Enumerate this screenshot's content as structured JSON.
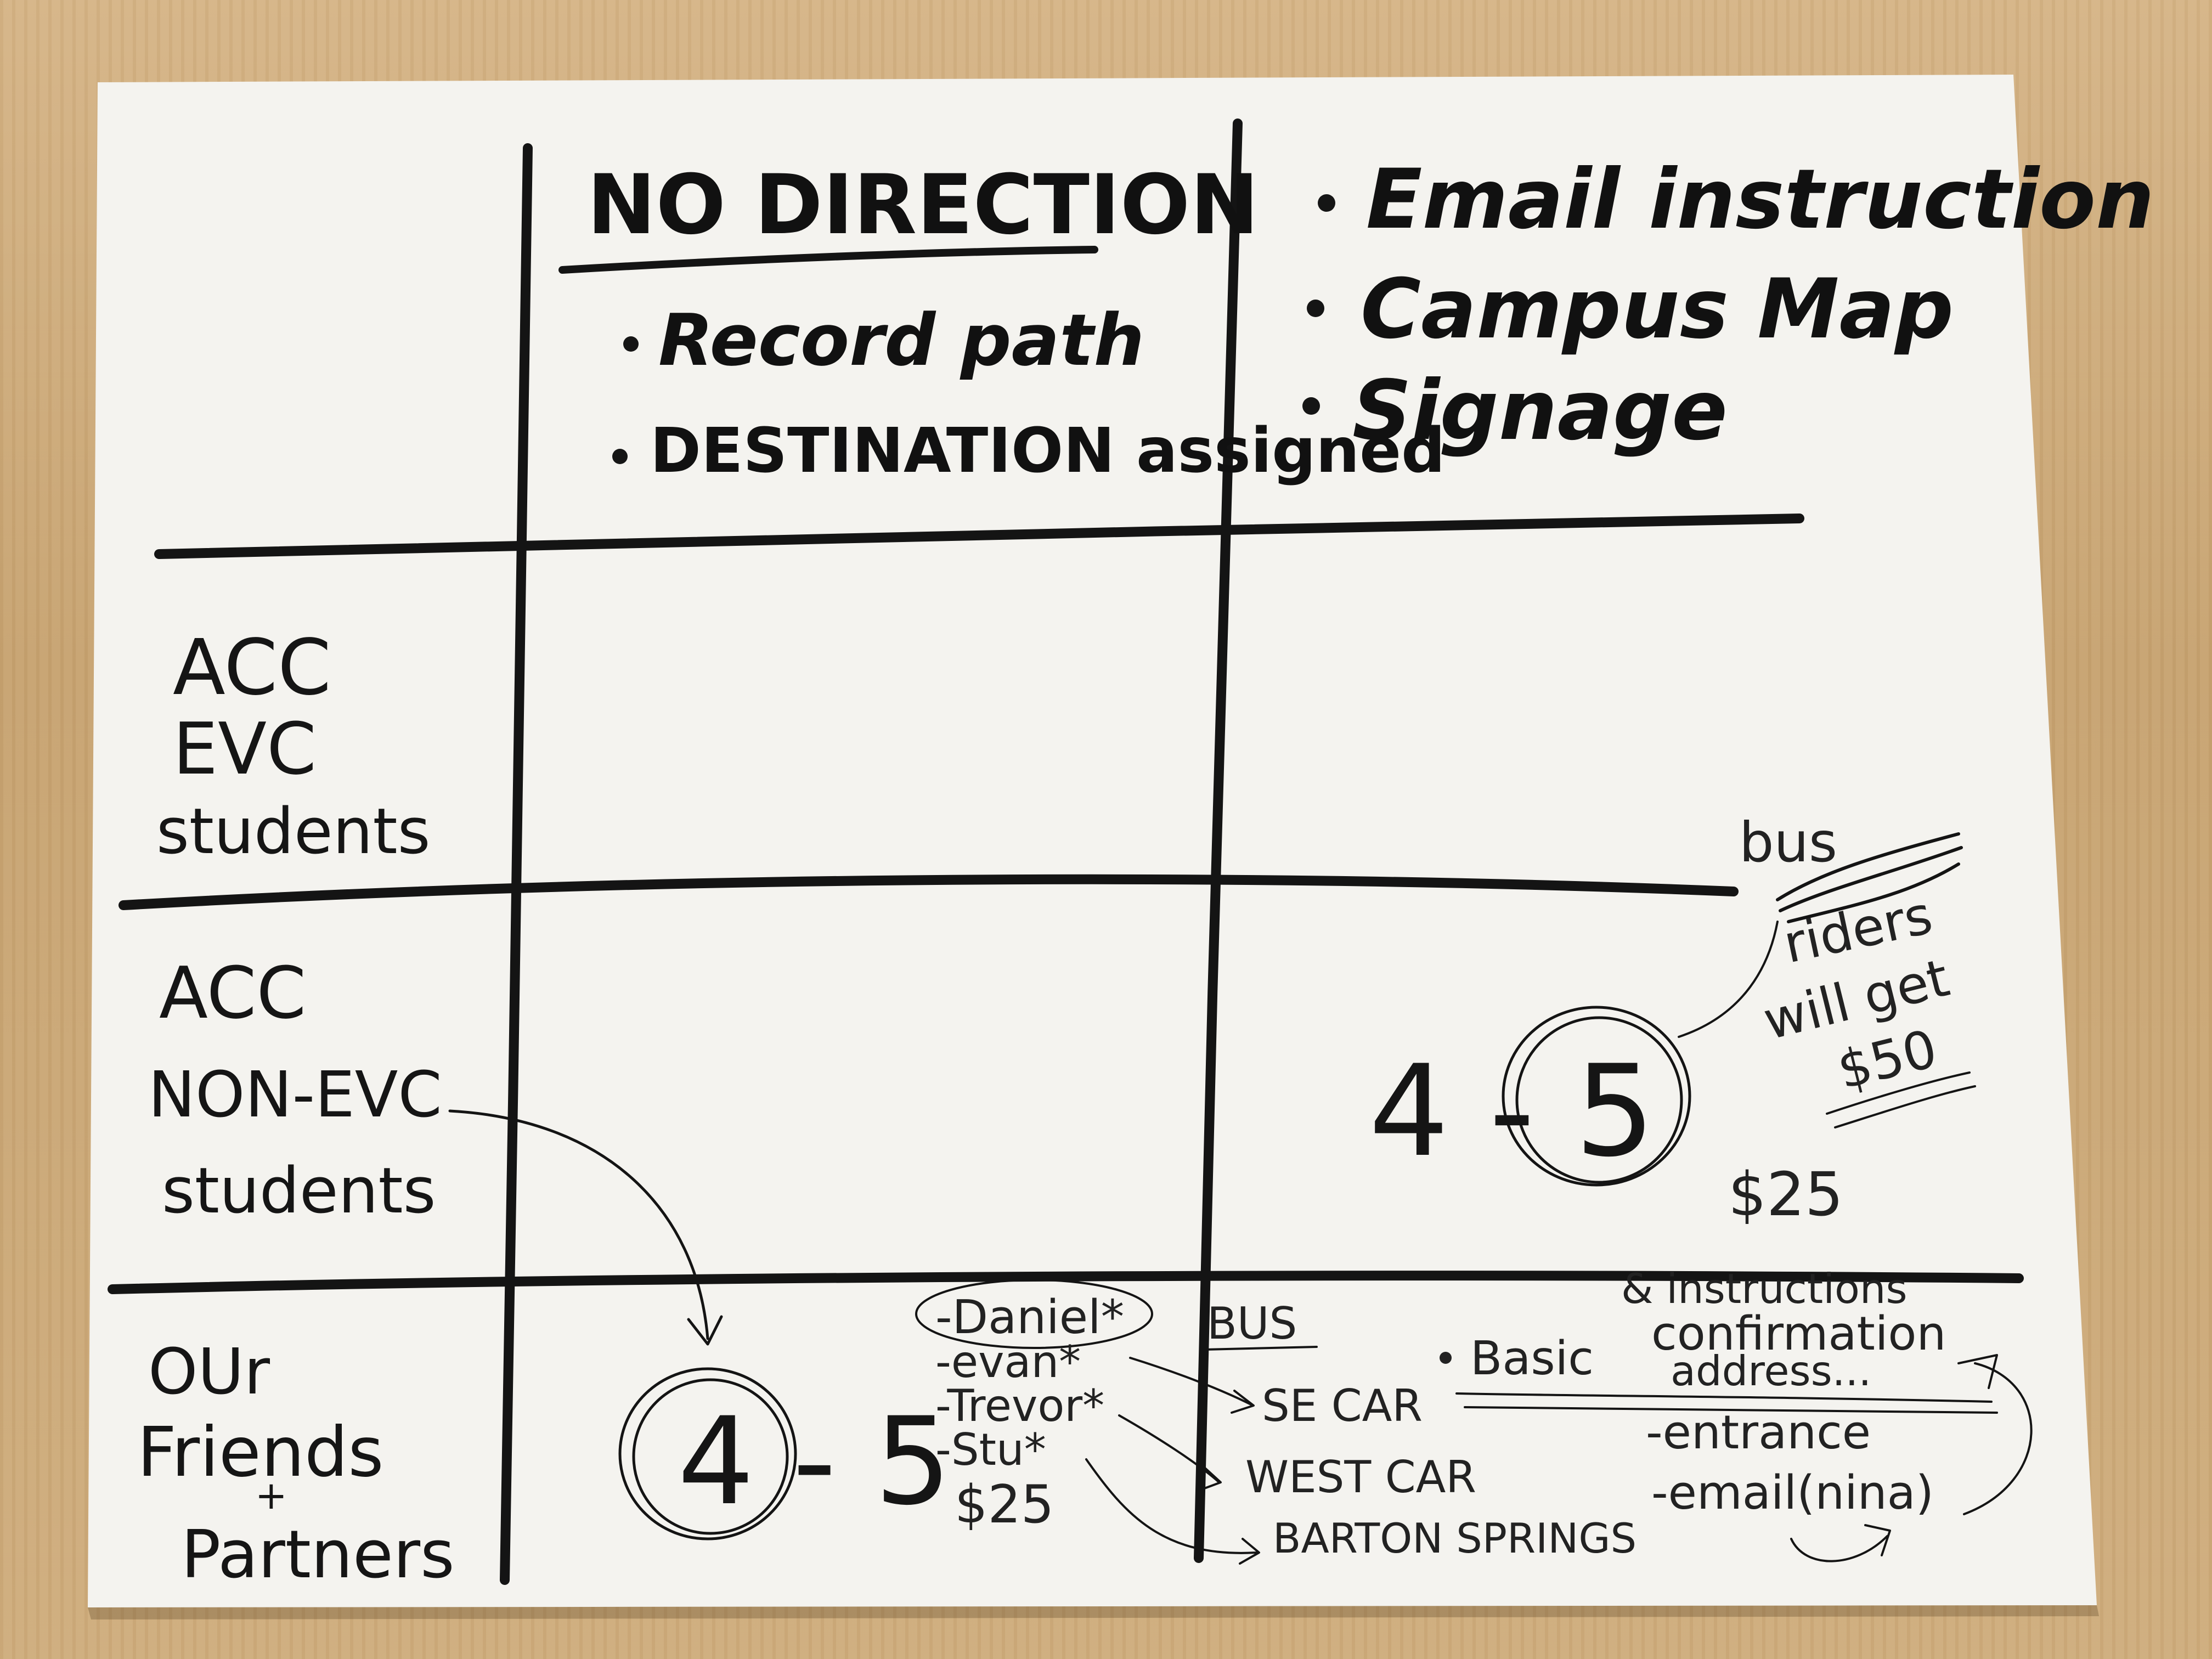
{
  "columns": {
    "no_direction": {
      "title": "NO DIRECTION",
      "bullets": [
        "Record path",
        "DESTINATION assigned"
      ]
    },
    "with_direction": {
      "bullets": [
        "Email instruction",
        "Campus Map",
        "Signage"
      ]
    }
  },
  "rows": {
    "acc_evc": [
      "ACC",
      "EVC",
      "students"
    ],
    "acc_non_evc": [
      "ACC",
      "NON-EVC",
      "students"
    ],
    "friends": [
      "OUr",
      "Friends",
      "+",
      "Partners"
    ]
  },
  "cell_non_evc_direction": {
    "count": "4 - 5",
    "pay": "$25",
    "note": [
      "bus",
      "riders",
      "will get",
      "$50"
    ]
  },
  "cell_friends_no_direction": {
    "count": "4 - 5",
    "names": [
      "-Daniel*",
      "-evan*",
      "-Trevor*",
      "-Stu*"
    ],
    "pay": "$25",
    "bus_label": "BUS",
    "routes": [
      "SE CAR",
      "WEST CAR",
      "BARTON SPRINGS"
    ]
  },
  "cell_friends_direction": {
    "basic": "Basic",
    "top_line": "& instructions",
    "confirmation": "confirmation",
    "address": "address...",
    "items": [
      "-entrance",
      "-email(nina)"
    ]
  }
}
